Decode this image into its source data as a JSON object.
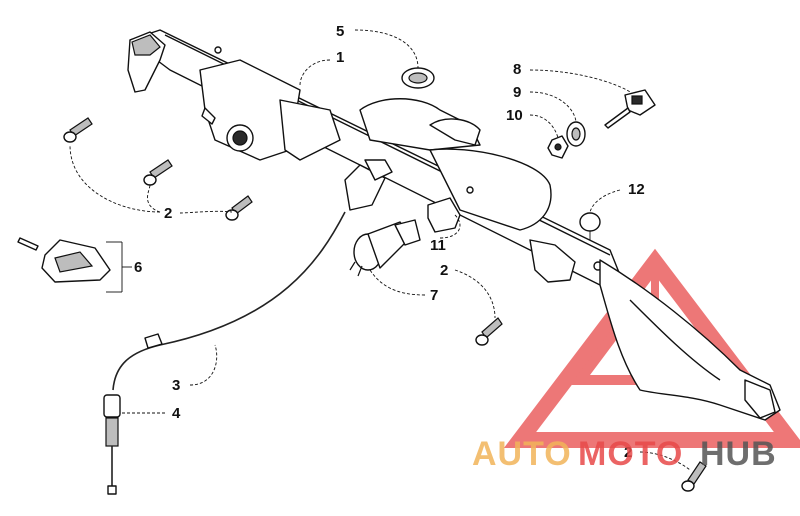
{
  "callouts": {
    "c1": "1",
    "c2a": "2",
    "c2b": "2",
    "c2c": "2",
    "c3": "3",
    "c4": "4",
    "c5": "5",
    "c6": "6",
    "c7": "7",
    "c8": "8",
    "c9": "9",
    "c10": "10",
    "c11": "11",
    "c12": "12"
  },
  "watermark": {
    "auto": "AUTO",
    "moto": "MOTO",
    "hub": "HUB",
    "color_primary": "#e84a4a",
    "color_secondary": "#f2b45a",
    "color_dark": "#555555"
  }
}
